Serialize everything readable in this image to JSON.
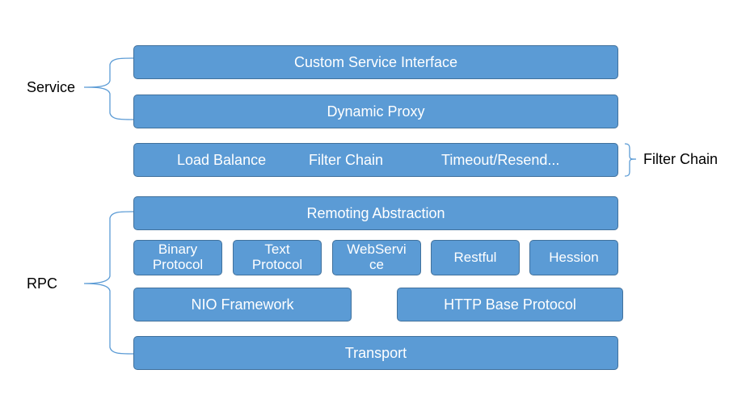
{
  "service_group": {
    "label": "Service",
    "layers": [
      "Custom Service Interface",
      "Dynamic Proxy"
    ]
  },
  "filter_group": {
    "label": "Filter Chain",
    "items": [
      "Load Balance",
      "Filter Chain",
      "Timeout/Resend..."
    ]
  },
  "rpc_group": {
    "label": "RPC",
    "remoting": "Remoting Abstraction",
    "protocols": [
      {
        "line1": "Binary",
        "line2": "Protocol"
      },
      {
        "line1": "Text",
        "line2": "Protocol"
      },
      {
        "line1": "WebServi",
        "line2": "ce"
      },
      {
        "line1": "Restful",
        "line2": ""
      },
      {
        "line1": "Hession",
        "line2": ""
      }
    ],
    "nio": "NIO Framework",
    "http": "HTTP Base Protocol",
    "transport": "Transport"
  },
  "colors": {
    "box_fill": "#5b9bd5",
    "box_border": "#41719c",
    "bracket": "#5b9bd5"
  }
}
